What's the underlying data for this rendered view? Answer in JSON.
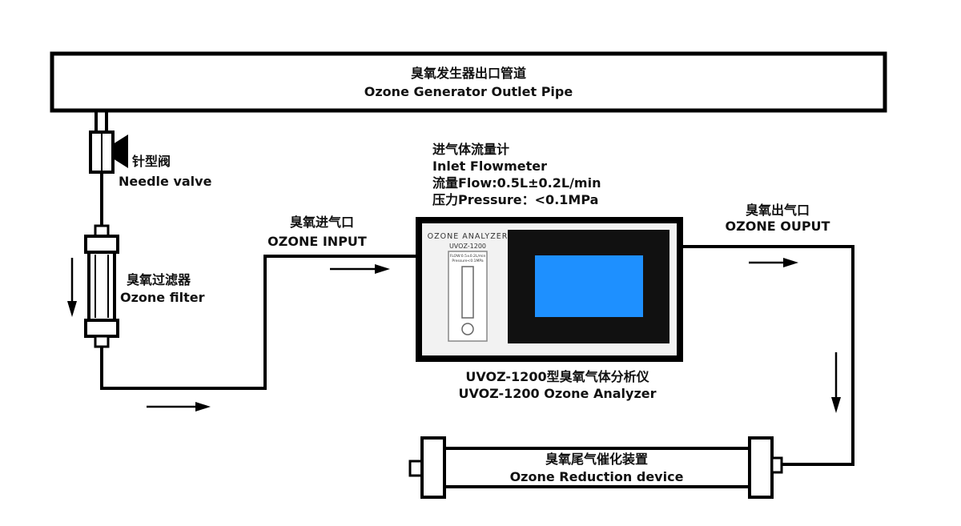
{
  "outlet_pipe": {
    "label_cn": "臭氧发生器出口管道",
    "label_en": "Ozone Generator Outlet Pipe"
  },
  "needle_valve": {
    "label_cn": "针型阀",
    "label_en": "Needle valve"
  },
  "ozone_filter": {
    "label_cn": "臭氧过滤器",
    "label_en": "Ozone filter"
  },
  "ozone_input": {
    "label_cn": "臭氧进气口",
    "label_en": "OZONE INPUT"
  },
  "flowmeter": {
    "label_cn": "进气体流量计",
    "label_en": "Inlet Flowmeter",
    "flow": "流量Flow:0.5L±0.2L/min",
    "pressure": "压力Pressure：<0.1MPa"
  },
  "analyzer": {
    "panel_title": "OZONE ANALYZER",
    "panel_model": "UVOZ-1200",
    "flow_label_line1": "FLOW:0.5±0.2L/min",
    "flow_label_line2": "Pressure<0.1MPa",
    "caption_cn": "UVOZ-1200型臭氧气体分析仪",
    "caption_en": "UVOZ-1200 Ozone Analyzer"
  },
  "ozone_output": {
    "label_cn": "臭氧出气口",
    "label_en": "OZONE OUPUT"
  },
  "reduction_device": {
    "label_cn": "臭氧尾气催化装置",
    "label_en": "Ozone Reduction device"
  },
  "colors": {
    "line": "#000000",
    "screen": "#1e90ff",
    "screen_bezel": "#111111",
    "panel": "#f2f2f2"
  }
}
